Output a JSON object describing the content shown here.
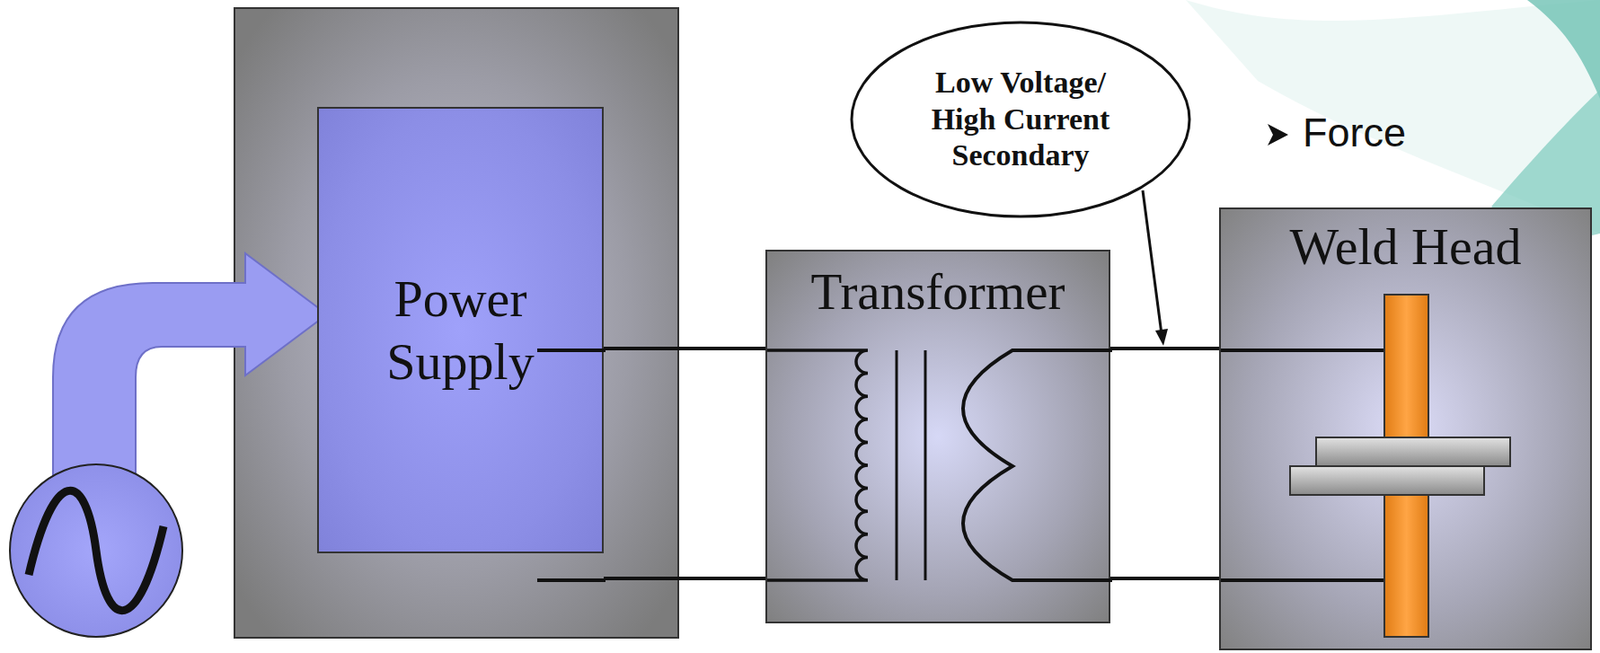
{
  "diagram": {
    "nodes": [
      {
        "text": [
          "Power Supply"
        ]
      },
      {
        "text": [
          "Transformer"
        ]
      },
      {
        "text": [
          "Low Voltage/ High Current Secondary"
        ]
      },
      {
        "text": [
          "Weld Head"
        ]
      }
    ],
    "edges": [
      {
        "from": 0,
        "to": 1,
        "arrow": "none"
      },
      {
        "from": 0,
        "to": 1,
        "arrow": "none"
      },
      {
        "from": 1,
        "to": 3,
        "arrow": "none"
      },
      {
        "from": 1,
        "to": 3,
        "arrow": "none"
      }
    ],
    "labels": [
      "Force"
    ]
  }
}
